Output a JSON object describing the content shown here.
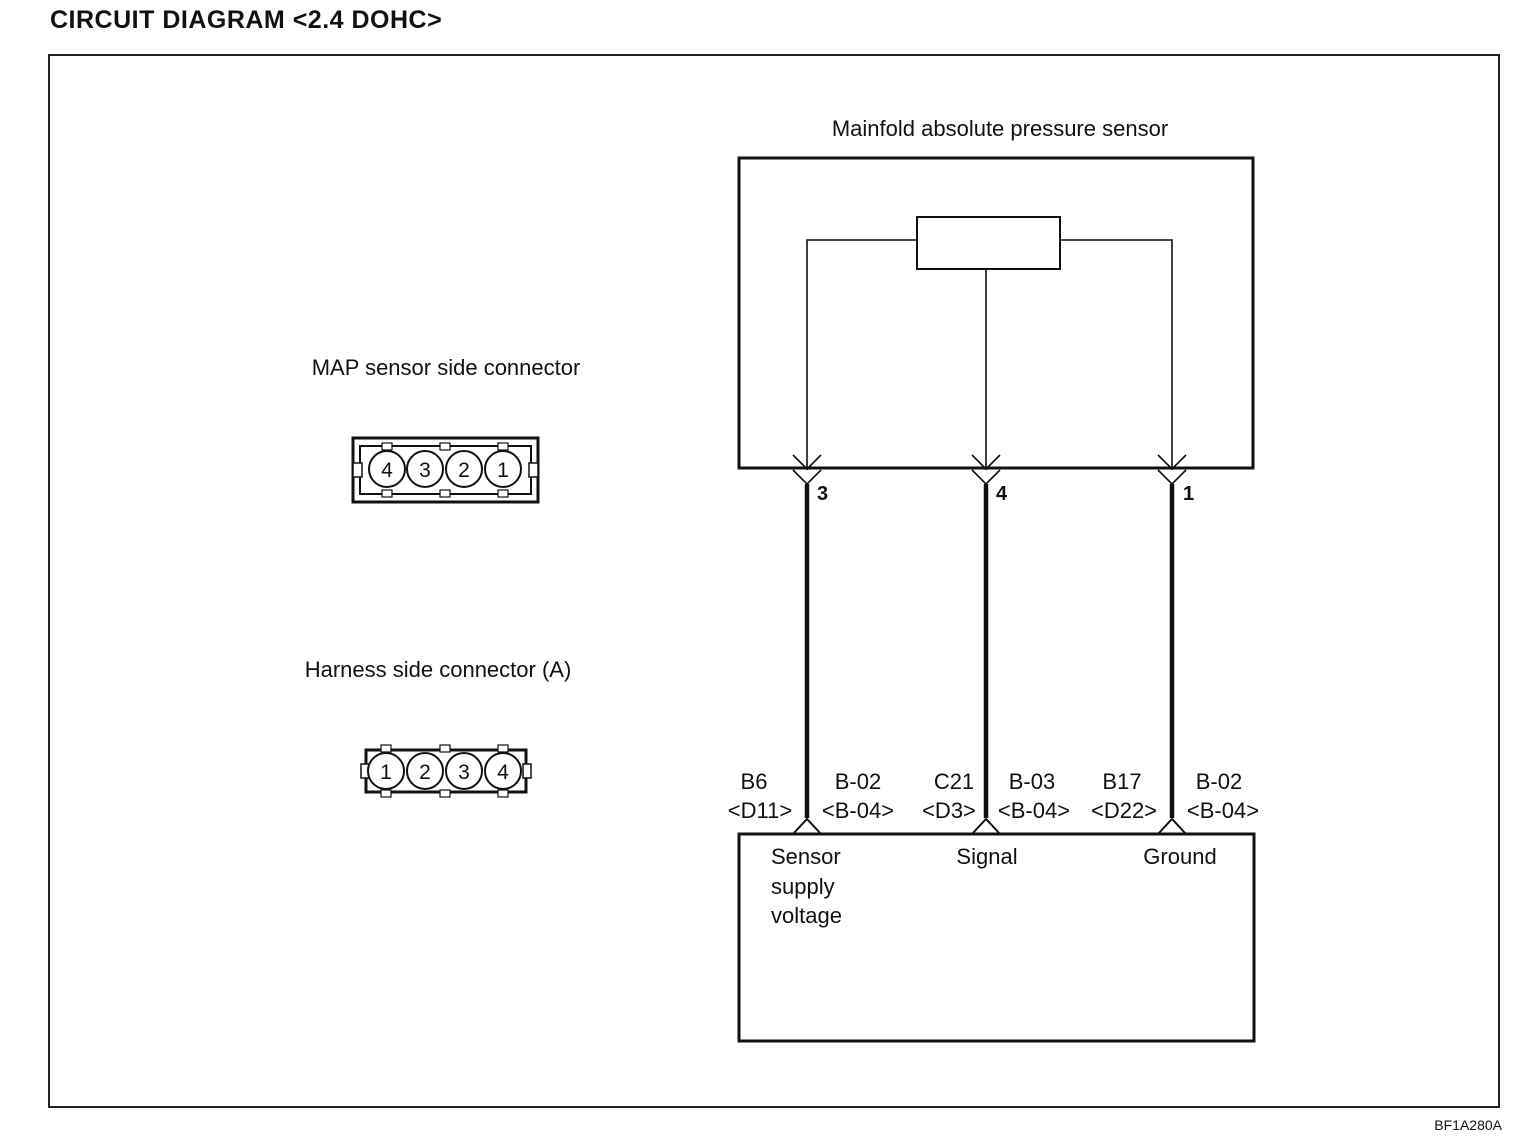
{
  "title": "CIRCUIT DIAGRAM <2.4 DOHC>",
  "figure_code": "BF1A280A",
  "sensor": {
    "name": "Mainfold absolute pressure sensor"
  },
  "map_connector": {
    "label": "MAP sensor side connector",
    "cavities": [
      "4",
      "3",
      "2",
      "1"
    ]
  },
  "harness_connector": {
    "label": "Harness side connector (A)",
    "cavities": [
      "1",
      "2",
      "3",
      "4"
    ]
  },
  "wires": [
    {
      "sensor_pin": "3",
      "ecm_pin": "B6",
      "ecm_connector": "<D11>",
      "harness": "B-02",
      "harness_connector": "<B-04>",
      "function_lines": [
        "Sensor",
        "supply",
        "voltage"
      ]
    },
    {
      "sensor_pin": "4",
      "ecm_pin": "C21",
      "ecm_connector": "<D3>",
      "harness": "B-03",
      "harness_connector": "<B-04>",
      "function_lines": [
        "Signal"
      ]
    },
    {
      "sensor_pin": "1",
      "ecm_pin": "B17",
      "ecm_connector": "<D22>",
      "harness": "B-02",
      "harness_connector": "<B-04>",
      "function_lines": [
        "Ground"
      ]
    }
  ]
}
